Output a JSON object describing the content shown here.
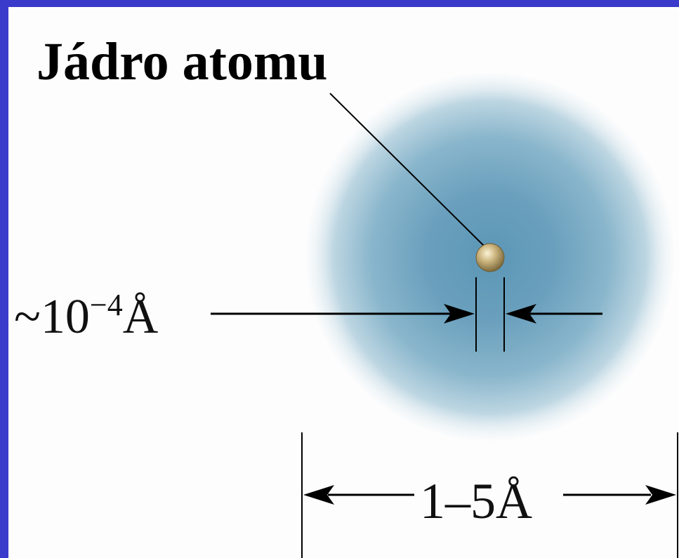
{
  "title": "Jádro atomu",
  "nucleus_size": {
    "prefix": "~10",
    "exponent": "−4",
    "unit": "Å"
  },
  "atom_size": "1–5Å",
  "colors": {
    "frame": "#3a3acb",
    "cloud": "#5f9ab9",
    "nucleus": "#c9b27a"
  }
}
